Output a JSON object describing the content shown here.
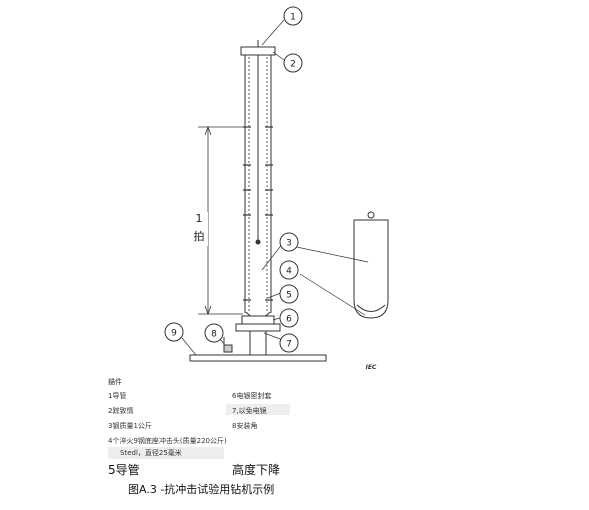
{
  "figure": {
    "balloons": [
      "1",
      "2",
      "3",
      "4",
      "5",
      "6",
      "7",
      "8",
      "9"
    ],
    "dimension_label": "1",
    "dimension_unit": "拍",
    "iec_mark": "IEC"
  },
  "legend": {
    "heading": "錨件",
    "items_left": [
      "1导管",
      "2踪致惰",
      "3钢质量1公斤",
      "4个淬火9钢底座冲击头(质量220公斤)",
      "Stedl，直径25毫米"
    ],
    "items_right": [
      "6电银密封套",
      "7,以免电镜",
      "8安装角"
    ],
    "item5_label": "5导管",
    "item5_value": "高度下降"
  },
  "caption": "图A.3 -抗冲击试验用钻机示例"
}
